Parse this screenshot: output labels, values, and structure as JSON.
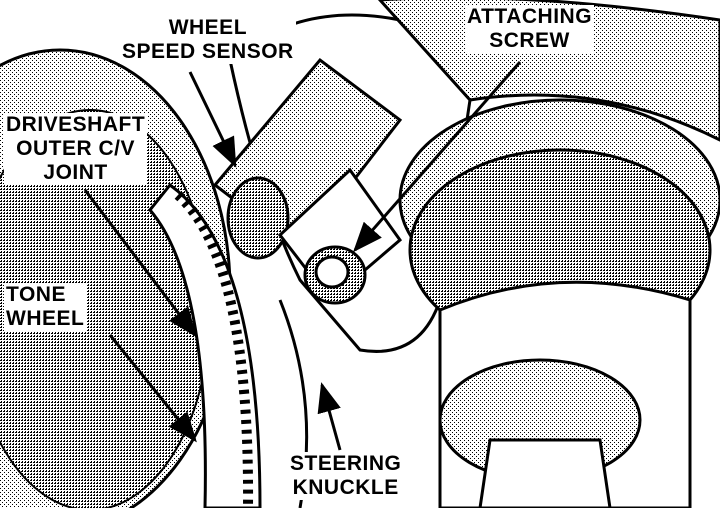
{
  "labels": {
    "wheel_speed_sensor": [
      "WHEEL",
      "SPEED SENSOR"
    ],
    "attaching_screw": [
      "ATTACHING",
      "SCREW"
    ],
    "driveshaft_joint": [
      "DRIVESHAFT",
      "OUTER C/V",
      "JOINT"
    ],
    "tone_wheel": [
      "TONE",
      "WHEEL"
    ],
    "steering_knuckle": [
      "STEERING",
      "KNUCKLE"
    ]
  },
  "colors": {
    "ink": "#000000",
    "paper": "#ffffff",
    "stipple": "#8a8a8a"
  }
}
